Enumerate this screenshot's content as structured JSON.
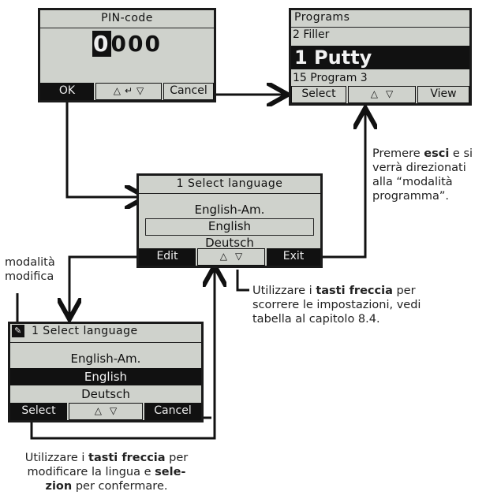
{
  "pin_screen": {
    "title": "PIN-code",
    "value_first": "0",
    "value_rest": "000",
    "key_ok": "OK",
    "key_mid": "△↵▽",
    "key_cancel": "Cancel"
  },
  "programs_screen": {
    "title": "Programs",
    "row_1": "2 Filler",
    "row_selected": "1 Putty",
    "row_3": "15 Program 3",
    "key_select": "Select",
    "key_view": "View"
  },
  "language_screen": {
    "title": "1 Select language",
    "row_1": "English-Am.",
    "row_selected": "English",
    "row_3": "Deutsch",
    "key_edit": "Edit",
    "key_exit": "Exit"
  },
  "language_edit_screen": {
    "title": "1 Select language",
    "row_1": "English-Am.",
    "row_selected": "English",
    "row_3": "Deutsch",
    "key_select": "Select",
    "key_cancel": "Cancel"
  },
  "icons": {
    "edit_mode": "pencil-icon",
    "up": "triangle-up-icon",
    "down": "triangle-down-icon",
    "enter": "enter-icon"
  },
  "notes": {
    "exit_note_pre": "Premere ",
    "exit_note_bold": "esci",
    "exit_note_post": " e si verrà direzionati alla “modalità programma”.",
    "edit_mode_label": "modalità modifica",
    "arrows_note_pre": "Utilizzare i ",
    "arrows_note_bold": "tasti freccia",
    "arrows_note_post": " per scorrere le impostazioni, vedi tabella al capitolo 8.4.",
    "bottom_note_pre": "Utilizzare i ",
    "bottom_note_bold1": "tasti freccia",
    "bottom_note_mid": " per modificare la lingua e ",
    "bottom_note_bold2": "sele-zion",
    "bottom_note_post": " per confermare."
  },
  "colors": {
    "lcd_background": "#cfd2cc",
    "arrow": "#111111"
  }
}
